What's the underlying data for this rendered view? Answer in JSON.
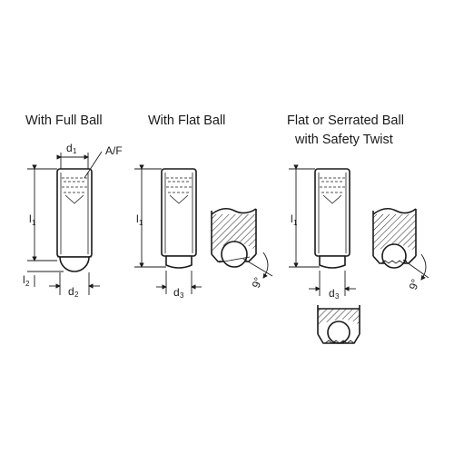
{
  "titles": {
    "full_ball": "With Full Ball",
    "flat_ball": "With Flat Ball",
    "safety_line1": "Flat or Serrated Ball",
    "safety_line2": "with Safety Twist"
  },
  "labels": {
    "d": "d",
    "d1_sub": "1",
    "d2_sub": "2",
    "d3_sub": "3",
    "af": "A/F",
    "l": "l",
    "l1_sub": "1",
    "l2_sub": "2",
    "angle": "9°"
  }
}
